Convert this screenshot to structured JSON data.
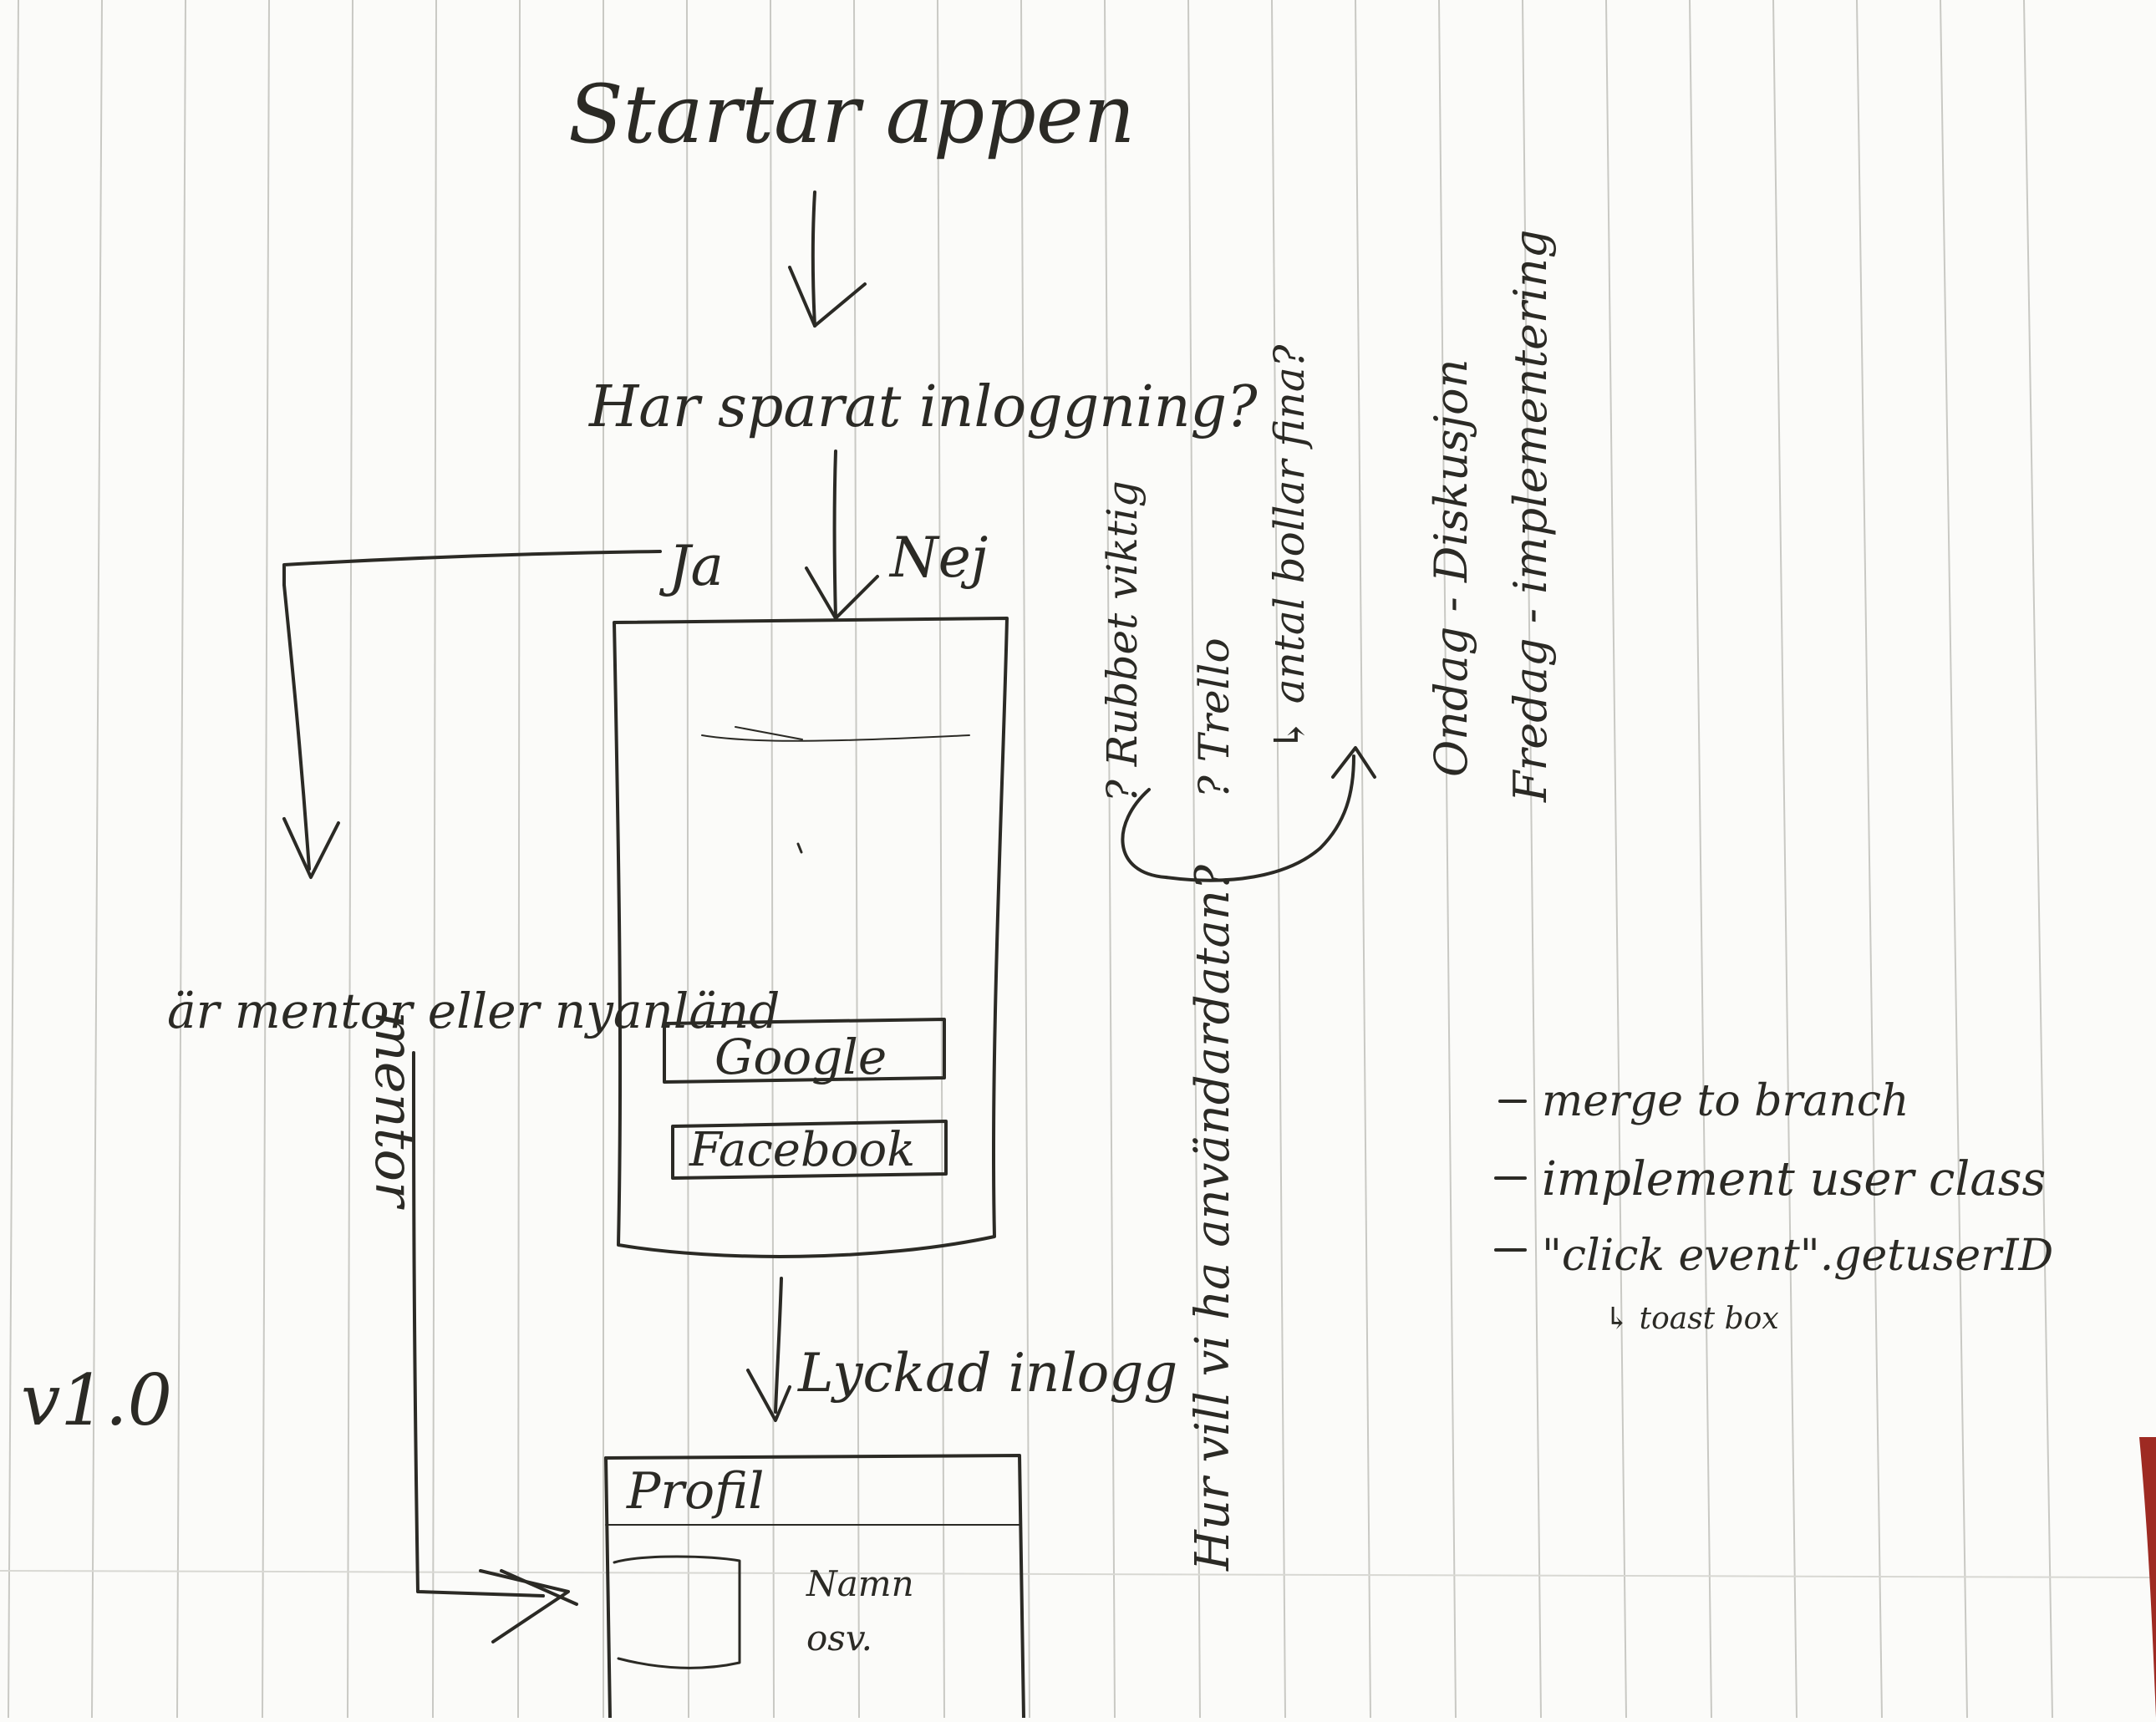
{
  "flow": {
    "start_label": "Startar appen",
    "question_label": "Har sparat inloggning?",
    "yes_label": "Ja",
    "no_label": "Nej",
    "role_label": "är mentor eller nyanländ",
    "mentor_label": "mentor",
    "success_label": "Lyckad inlogg",
    "version_label": "v1.0"
  },
  "login_screen": {
    "google_button": "Google",
    "facebook_button": "Facebook"
  },
  "profile_screen": {
    "title": "Profil",
    "line1": "Namn",
    "line2": "osv."
  },
  "side_notes": {
    "question": "Hur vill vi ha användardatan?",
    "options": [
      "? Rubbet viktig",
      "? Trello",
      "↳ antal bollar fina?"
    ],
    "discussion": [
      "Ondag - Diskusjon",
      "Fredag - implementering"
    ]
  },
  "todo": {
    "items": [
      "merge to branch",
      "implement user class",
      "\"click event\".getuserID"
    ],
    "sub_item": "↳ toast box"
  }
}
